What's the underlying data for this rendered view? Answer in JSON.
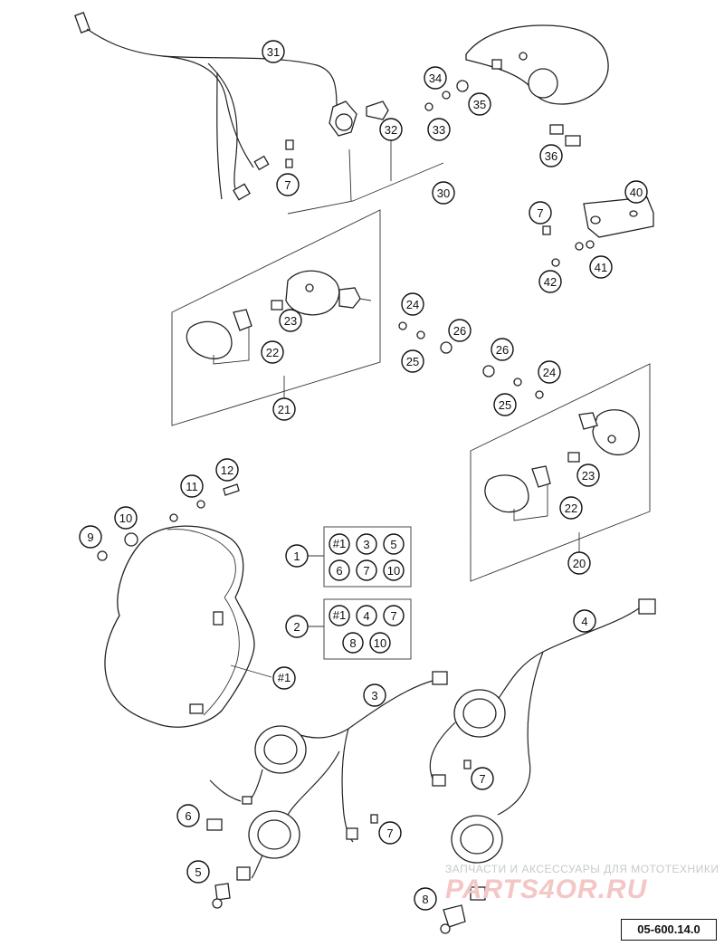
{
  "callouts": {
    "c31": "31",
    "c32": "32",
    "c33": "33",
    "c34": "34",
    "c35": "35",
    "c36": "36",
    "c30": "30",
    "c7a": "7",
    "c7b": "7",
    "c7c": "7",
    "c7d": "7",
    "c40": "40",
    "c41": "41",
    "c42": "42",
    "c23a": "23",
    "c22a": "22",
    "c21": "21",
    "c24a": "24",
    "c25a": "25",
    "c26a": "26",
    "c26b": "26",
    "c24b": "24",
    "c25b": "25",
    "c23b": "23",
    "c22b": "22",
    "c20": "20",
    "c11": "11",
    "c12": "12",
    "c9": "9",
    "c10": "10",
    "c1": "1",
    "c2": "2",
    "c3": "3",
    "c4": "4",
    "c5": "5",
    "c6": "6",
    "c8": "8",
    "h1": "#1"
  },
  "kit1": [
    "#1",
    "3",
    "5",
    "6",
    "7",
    "10"
  ],
  "kit2": [
    "#1",
    "4",
    "7",
    "8",
    "10"
  ],
  "watermark": {
    "tagline": "ЗАПЧАСТИ И АКСЕССУАРЫ ДЛЯ МОТОТЕХНИКИ",
    "logo": "PARTS4OR.RU"
  },
  "diagram_code": "05-600.14.0"
}
